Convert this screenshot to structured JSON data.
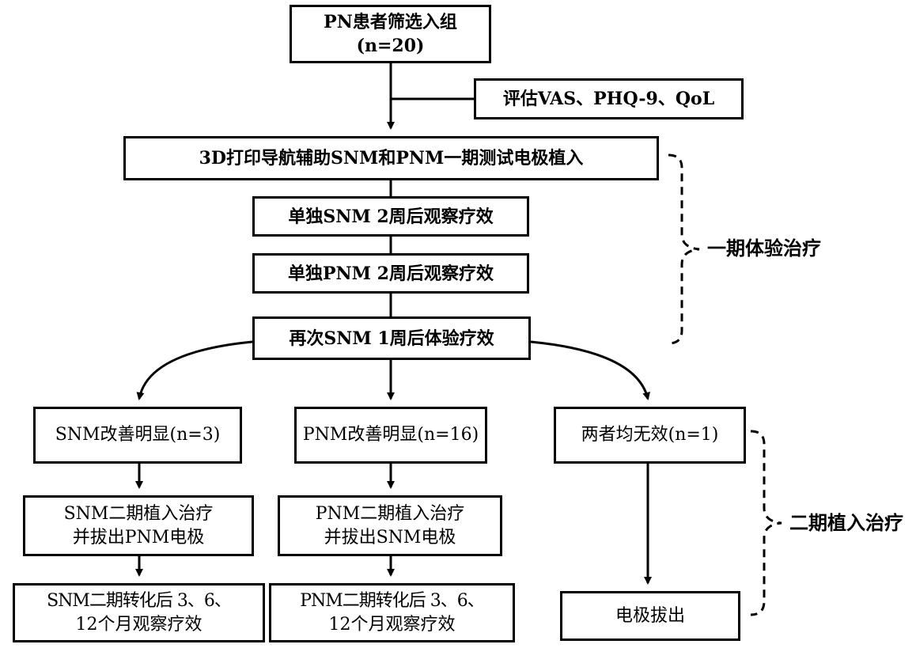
{
  "flowchart": {
    "enroll": {
      "line1": "PN患者筛选入组",
      "line2": "(n=20)"
    },
    "assess": "评估VAS、PHQ-9、QoL",
    "implant": "3D打印导航辅助SNM和PNM一期测试电极植入",
    "snm_alone": "单独SNM 2周后观察疗效",
    "pnm_alone": "单独PNM 2周后观察疗效",
    "snm_again": "再次SNM 1周后体验疗效",
    "branch_snm": "SNM改善明显(n=3)",
    "branch_pnm": "PNM改善明显(n=16)",
    "branch_none": "两者均无效(n=1)",
    "snm_stage2": {
      "line1": "SNM二期植入治疗",
      "line2": "并拔出PNM电极"
    },
    "pnm_stage2": {
      "line1": "PNM二期植入治疗",
      "line2": "并拔出SNM电极"
    },
    "snm_followup": {
      "line1": "SNM二期转化后 3、6、",
      "line2": "12个月观察疗效"
    },
    "pnm_followup": {
      "line1": "PNM二期转化后 3、6、",
      "line2": "12个月观察疗效"
    },
    "electrode_removal": "电极拔出",
    "phase1_label": "一期体验治疗",
    "phase2_label": "二期植入治疗"
  },
  "colors": {
    "stroke": "#000000",
    "background": "#ffffff"
  }
}
